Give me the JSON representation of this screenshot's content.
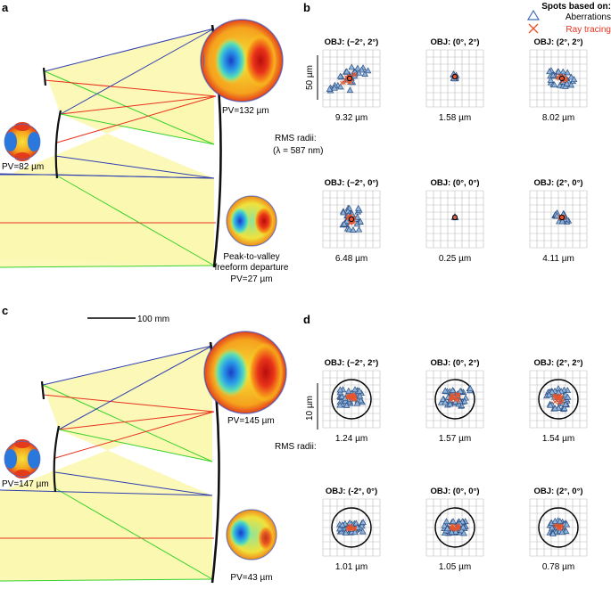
{
  "panels": {
    "a": "a",
    "b": "b",
    "c": "c",
    "d": "d"
  },
  "legend": {
    "title": "Spots based on:",
    "aberrations": "Aberrations",
    "ray_tracing": "Ray tracing",
    "aberrations_color": "#3f6fb5",
    "ray_color": "#e8552a"
  },
  "colors": {
    "lens_fill": "#fbf7b0",
    "ray_blue": "#2f3fb0",
    "ray_red": "#e8321e",
    "ray_green": "#39d12a",
    "spot_fill": "#8fb5dc",
    "spot_edge": "#2e4f82"
  },
  "scale_bar": "100 mm",
  "a_labels": {
    "pv_primary": "PV=132 µm",
    "pv_secondary": "PV=82 µm",
    "pv_tertiary": "PV=27 µm",
    "caption_line1": "Peak-to-valley",
    "caption_line2": "freeform departure"
  },
  "c_labels": {
    "pv_primary": "PV=145 µm",
    "pv_secondary": "PV=147 µm",
    "pv_tertiary": "PV=43 µm"
  },
  "b": {
    "scale": "50 µm",
    "rms_label": "RMS radii:",
    "wavelength": "(λ = 587 nm)",
    "fields": [
      {
        "title": "OBJ: (−2°, 2°)",
        "rms": "9.32 µm"
      },
      {
        "title": "OBJ: (0°, 2°)",
        "rms": "1.58 µm"
      },
      {
        "title": "OBJ: (2°, 2°)",
        "rms": "8.02 µm"
      },
      {
        "title": "OBJ: (−2°, 0°)",
        "rms": "6.48 µm"
      },
      {
        "title": "OBJ: (0°, 0°)",
        "rms": "0.25 µm"
      },
      {
        "title": "OBJ: (2°, 0°)",
        "rms": "4.11 µm"
      }
    ]
  },
  "d": {
    "scale": "10 µm",
    "rms_label": "RMS radii:",
    "fields": [
      {
        "title": "OBJ: (−2°, 2°)",
        "rms": "1.24 µm"
      },
      {
        "title": "OBJ: (0°, 2°)",
        "rms": "1.57 µm"
      },
      {
        "title": "OBJ: (2°, 2°)",
        "rms": "1.54 µm"
      },
      {
        "title": "OBJ: (-2°, 0°)",
        "rms": "1.01 µm"
      },
      {
        "title": "OBJ: (0°, 0°)",
        "rms": "1.05 µm"
      },
      {
        "title": "OBJ: (2°, 0°)",
        "rms": "0.78 µm"
      }
    ]
  }
}
